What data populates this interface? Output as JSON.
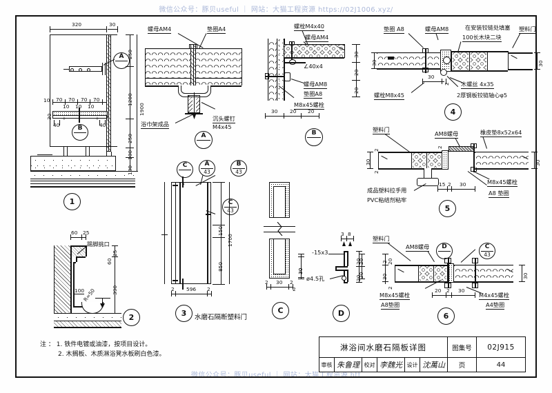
{
  "sheet": {
    "watermark_top": "微信公众号：豚贝useful ｜ 网站：大猫工程资源 https://02J1006.xyz/",
    "watermark_bottom": "微信公众号：豚贝useful ｜ 网站：大猫工程资源 htt"
  },
  "notes": {
    "prefix": "注 ：",
    "item1": "1. 铁件电镀或油漆，按项目设计。",
    "item2": "2. 木搁板、木质淋浴凳水板刷白色漆。"
  },
  "title_block": {
    "title": "淋浴间水磨石隔板详图",
    "atlas_label": "图集号",
    "atlas_value": "02J915",
    "review_label": "审核",
    "review_sig": "朱鲁理",
    "check_label": "校对",
    "check_sig": "李魏光",
    "design_label": "设计",
    "design_sig": "沈萬山",
    "page_label": "页",
    "page_value": "44"
  },
  "detail1": {
    "bubble": "1",
    "dims": {
      "d320": "320",
      "d30": "30",
      "d250_top": "250",
      "d1200": "1200",
      "d1900": "1900",
      "d250_bot": "250",
      "d100_a": "100",
      "d100_b": "100",
      "d10": "10",
      "d70_1": "70",
      "d70_2": "70",
      "d70_3": "70",
      "d70_4": "70",
      "d10_1": "10",
      "d10_2": "10",
      "d10_3": "10",
      "d30_v": "30",
      "d40_l": "40",
      "d40_r": "40"
    },
    "bubbles": {
      "a": "A",
      "b": "B"
    }
  },
  "detailA": {
    "bubble": "A",
    "labels": {
      "nut": "螺母AM4",
      "washer": "垫圈A4",
      "towel_rack": "浴巾架成品",
      "screw": "沉头螺钉",
      "screw_spec": "M4x45"
    },
    "dim_left": "1900"
  },
  "detailB": {
    "bubble": "B",
    "labels": {
      "bolt": "螺栓M4x40",
      "nut4": "螺母AM4",
      "angle": "∠40x4",
      "nut8": "螺母AM8",
      "washer8": "垫圈A8",
      "bolt845": "M8x45螺栓"
    },
    "dims": {
      "d30": "30",
      "d20a": "20",
      "d20b": "20",
      "b30": "30",
      "b20a": "20",
      "b20b": "20"
    }
  },
  "detail4": {
    "bubble": "4",
    "labels": {
      "washer8": "垫圈 A8",
      "nut8": "螺母AM8",
      "hinge_fill": "在安装铰链处填塞",
      "hinge_fill2": "100长木块二块",
      "plastic_door": "塑料门",
      "wood_screw": "木螺丝 4x35",
      "hinge_pin": "2厚钢板铰链轴心φ5",
      "bolt845": "螺栓M8x45"
    },
    "dims": {
      "d30l": "30",
      "d30r": "30",
      "d30": "30",
      "d2": "2"
    }
  },
  "detail5": {
    "bubble": "5",
    "labels": {
      "plastic_door": "塑料门",
      "nut8": "AM8螺母",
      "rubber_pad": "橡皮垫8x52x64",
      "handle": "成品塑料拉手用",
      "handle2": "PVC粘结剂粘牢",
      "bolt845": "M8x45螺栓",
      "washer8": "A8 垫圈"
    },
    "dims": {
      "d30l": "30",
      "d30r": "30",
      "d2t": "2",
      "d2b": "2",
      "d2m": "2",
      "d15": "15",
      "d2x": "2",
      "d30c": "30"
    }
  },
  "detail6": {
    "bubble": "6",
    "labels": {
      "plastic_door": "塑料门",
      "nut8": "AM8螺母",
      "bolt845": "M8x45螺栓",
      "washer8": "A8垫圈",
      "bolt445": "M4x45螺栓",
      "washer4": "A4垫圈"
    },
    "dims": {
      "d20t": "20",
      "d2t": "2",
      "d20l": "20",
      "d20l2": "20",
      "d30": "30",
      "d2b": "2",
      "d20c": "20",
      "d2c": "2",
      "d30c": "30",
      "d30r": "30"
    },
    "bubbles": {
      "d": "D",
      "c_top": "C",
      "c_bot": "43"
    }
  },
  "detail2": {
    "bubble": "2",
    "labels": {
      "skirting": "踢脚挑口"
    },
    "dims": {
      "d60": "60",
      "d25": "25",
      "d25b": "25",
      "d60b": "60",
      "d390": "390",
      "d100": "100",
      "r50": "R=50"
    }
  },
  "detail3": {
    "bubble": "3",
    "caption": "水磨石隔断塑料门",
    "dims": {
      "d1700": "1700",
      "d150": "150",
      "d850": "850",
      "d596": "596",
      "d2l": "2",
      "d2r": "2"
    },
    "bubbles": {
      "c1": "C",
      "a": "A",
      "a43": "43",
      "b": "B",
      "b43": "43",
      "c2": "C",
      "c243": "43"
    }
  },
  "detailC": {
    "bubble": "C",
    "dims": {
      "d30": "30",
      "d2l": "2",
      "d2r": "2"
    }
  },
  "detailD": {
    "bubble": "D",
    "labels": {
      "flat": "-15x3",
      "hole": "ø4.5孔"
    },
    "dims": {
      "d3": "3",
      "d8": "8",
      "d20t": "20",
      "d20b": "20",
      "d30": "30",
      "d2": "2"
    }
  }
}
